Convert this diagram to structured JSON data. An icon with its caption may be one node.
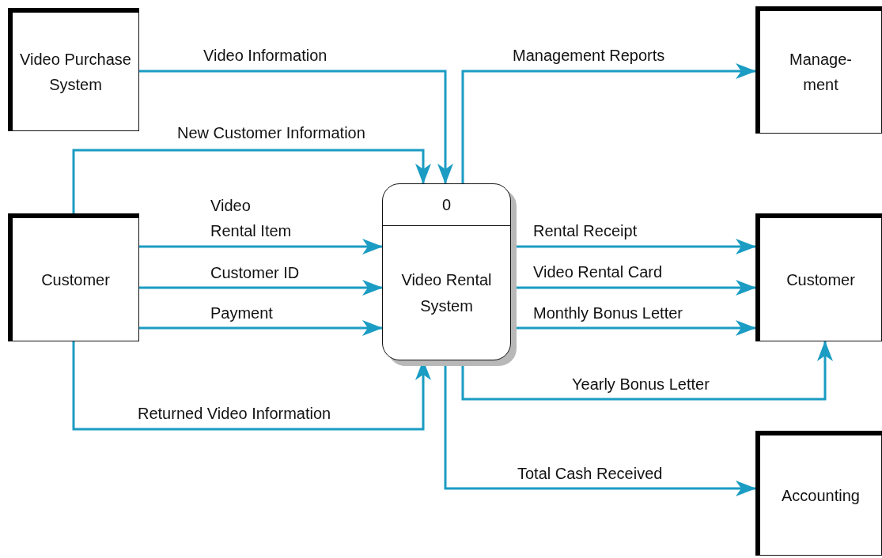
{
  "diagram": {
    "nodes": [
      {
        "text": [
          "Video Purchase System"
        ]
      },
      {
        "text": [
          "Customer"
        ]
      },
      {
        "text": [
          "0",
          "Video Rental System"
        ]
      },
      {
        "text": [
          "Manage- ment"
        ]
      },
      {
        "text": [
          "Customer"
        ]
      },
      {
        "text": [
          "Accounting"
        ]
      }
    ],
    "edges": [
      {
        "from": 0,
        "to": 2,
        "arrow": "to",
        "label": "Video Information"
      },
      {
        "from": 1,
        "to": 2,
        "arrow": "to",
        "label": "New Customer Information"
      },
      {
        "from": 1,
        "to": 2,
        "arrow": "to",
        "label": "Video Rental Item"
      },
      {
        "from": 1,
        "to": 2,
        "arrow": "to",
        "label": "Customer ID"
      },
      {
        "from": 1,
        "to": 2,
        "arrow": "to",
        "label": "Payment"
      },
      {
        "from": 1,
        "to": 2,
        "arrow": "to",
        "label": "Returned Video Information"
      },
      {
        "from": 2,
        "to": 3,
        "arrow": "to",
        "label": "Management Reports"
      },
      {
        "from": 2,
        "to": 4,
        "arrow": "to",
        "label": "Rental Receipt"
      },
      {
        "from": 2,
        "to": 4,
        "arrow": "to",
        "label": "Video Rental Card"
      },
      {
        "from": 2,
        "to": 4,
        "arrow": "to",
        "label": "Monthly Bonus Letter"
      },
      {
        "from": 2,
        "to": 4,
        "arrow": "to",
        "label": "Yearly Bonus Letter"
      },
      {
        "from": 2,
        "to": 5,
        "arrow": "to",
        "label": "Total Cash Received"
      }
    ]
  }
}
